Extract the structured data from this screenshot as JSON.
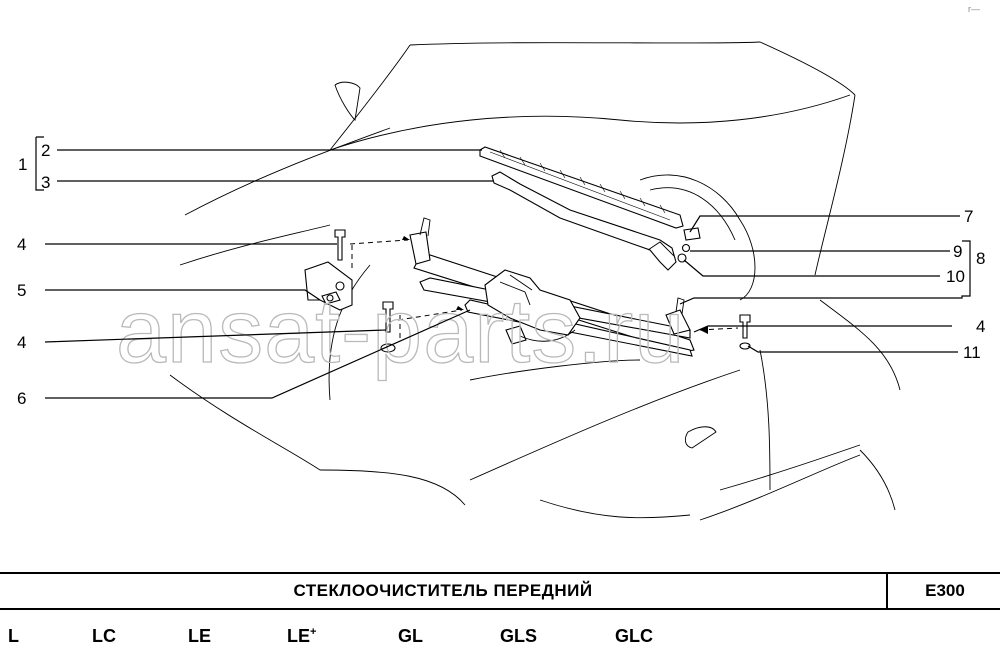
{
  "watermark": "ansat-parts.ru",
  "callouts": {
    "n1": "1",
    "n2": "2",
    "n3": "3",
    "n4a": "4",
    "n4b": "4",
    "n4c": "4",
    "n5": "5",
    "n6": "6",
    "n7": "7",
    "n8": "8",
    "n9": "9",
    "n10": "10",
    "n11": "11"
  },
  "title": "СТЕКЛООЧИСТИТЕЛЬ  ПЕРЕДНИЙ",
  "code": "E300",
  "variants": [
    "L",
    "LC",
    "LE",
    "LE",
    "GL",
    "GLS",
    "GLC"
  ],
  "variant_plus": "+",
  "corner_mark": "r—"
}
